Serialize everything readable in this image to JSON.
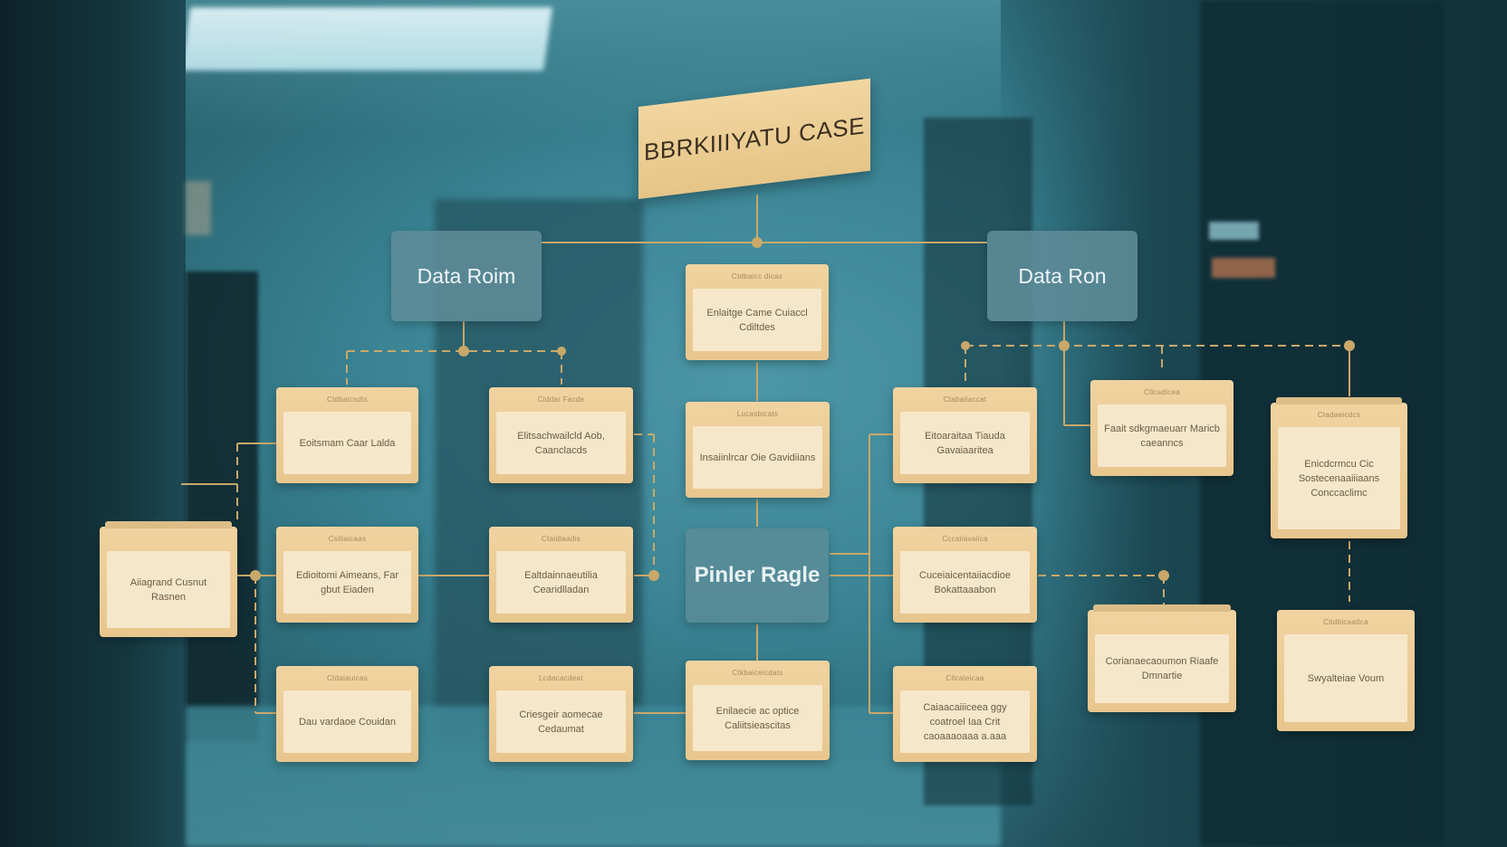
{
  "diagram": {
    "title": "BBRKIIIYATU CASE",
    "rooms": [
      {
        "id": "left",
        "label": "Data Roim"
      },
      {
        "id": "right",
        "label": "Data Ron"
      },
      {
        "id": "center",
        "label": "Pinler Ragle"
      }
    ],
    "cards": [
      {
        "id": "c-top-center",
        "head": "Ctdbaicc dicas",
        "text": "Enlaitge Came Cuiaccl Cdiltdes"
      },
      {
        "id": "c-l1",
        "head": "Ctdbaicsdts",
        "text": "Eoitsmam Caar Lalda"
      },
      {
        "id": "c-l2",
        "head": "Ciddar Facde",
        "text": "Elitsachwailcld Aob, Caanclacds"
      },
      {
        "id": "c-mid1",
        "head": "Lucasbicats",
        "text": "Insaiinlrcar Oie Gavidiians"
      },
      {
        "id": "c-r1",
        "head": "Ctabailaccat",
        "text": "Eitoaraitaa Tiauda Gavaiaaritea"
      },
      {
        "id": "c-r2",
        "head": "Cllcadicea",
        "text": "Faait sdkgmaeuarr Maricb caeanncs"
      },
      {
        "id": "c-far-r",
        "head": "Ctadaeicdcs",
        "text": "Enicdcrmcu Cic Sostecenaaiiiaans Conccaclimc"
      },
      {
        "id": "c-far-l",
        "head": "",
        "text": "Aiiagrand Cusnut Rasnen"
      },
      {
        "id": "c-l3",
        "head": "Csiliaicaas",
        "text": "Edioitomi Aimeans, Far gbut Eiaden"
      },
      {
        "id": "c-l4",
        "head": "Ctaidlaadis",
        "text": "Ealtdainnaeutilia Cearidlladan"
      },
      {
        "id": "c-r3",
        "head": "Cccaiiavaiica",
        "text": "Cuceiaicentaiiacdioe Bokattaaabon"
      },
      {
        "id": "c-r-fold",
        "head": "",
        "text": "Corianaecaoumon Riaafe Dmnartie"
      },
      {
        "id": "c-far-r2",
        "head": "Ctidbicaatlca",
        "text": "Swyalteiae Voum"
      },
      {
        "id": "c-l5",
        "head": "Ctdaiauicas",
        "text": "Dau vardaoe Couidan"
      },
      {
        "id": "c-l6",
        "head": "Lcdacacdeat",
        "text": "Criesgeir aomecae Cedaumat"
      },
      {
        "id": "c-mid2",
        "head": "Ctkbaiceicdats",
        "text": "Enilaecie ac optice Caliitsieascitas"
      },
      {
        "id": "c-r4",
        "head": "Cllcaleicaa",
        "text": "Caiaacaiiiceea ggy coatroel Iaa Crit caoaaaoaaa a.aaa"
      }
    ]
  }
}
